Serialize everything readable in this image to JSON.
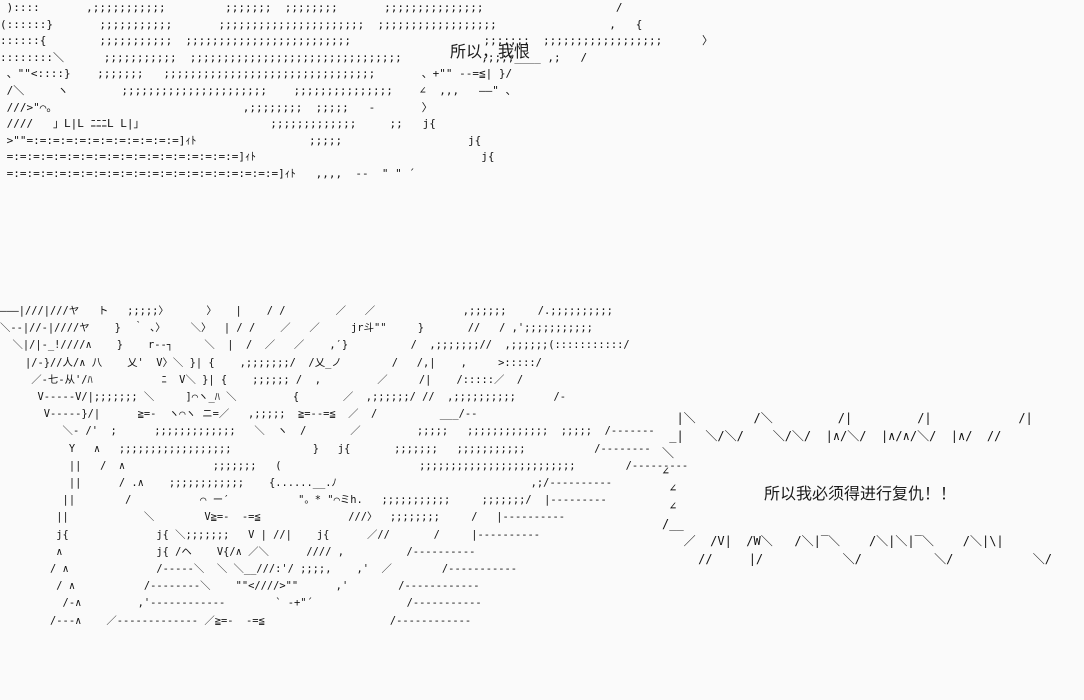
{
  "captions": {
    "top": "所以，我恨",
    "bubble": "所以我必须得进行复仇！！"
  },
  "art": {
    "top": " )::::       ,;;;;;;;;;;;         ;;;;;;;  ;;;;;;;;       ;;;;;;;;;;;;;;;                    /\n(::::::}       ;;;;;;;;;;;       ;;;;;;;;;;;;;;;;;;;;;;  ;;;;;;;;;;;;;;;;;;                 ,   {\n::::::{        ;;;;;;;;;;;  ;;;;;;;;;;;;;;;;;;;;;;;;;                    ;;;;;;;  ;;;;;;;;;;;;;;;;;;      〉\n::::::::＼      ;;;;;;;;;;;  ;;;;;;;;;;;;;;;;;;;;;;;;;;;;;;;;            ,;;;;____ ,;   /\n 、\"\"<::::}    ;;;;;;;   ;;;;;;;;;;;;;;;;;;;;;;;;;;;;;;;;       、+\"\" --=≦| }/\n /＼     ヽ        ;;;;;;;;;;;;;;;;;;;;;;    ;;;;;;;;;;;;;;;    ∠  ,,,   ――\" 、\n ///>\"⌒。                            ,;;;;;;;;  ;;;;;   ‐       〉\n ////   」L|L ﾆﾆﾆL L|」                   ;;;;;;;;;;;;;     ;;   j{\n >\"\"=:=:=:=:=:=:=:=:=:=:=:=]ｨﾄ                 ;;;;;                   j{\n =:=:=:=:=:=:=:=:=:=:=:=:=:=:=:=:=:=]ｨﾄ                                  j{\n =:=:=:=:=:=:=:=:=:=:=:=:=:=:=:=:=:=:=:=:=]ｨﾄ   ,,,,  ‐‐  \" \" ´",
    "bottom": "―――|///|///ヤ   ト   ;;;;;〉      〉   |    / /        ／   ／              ,;;;;;;     /.;;;;;;;;;;\n＼--|//-|////ヤ    }  ｀ 、〉    ＼〉  | / /    ／   ／     jr斗\"\"     }       //   / ,';;;;;;;;;;;\n  ＼|/|-_!////∧    }    r‐‐┐     ＼  |  /  ／   ／    ,′}          /  ,;;;;;;;//  ,;;;;;;(:::::::::::/\n    |/-}//人/∧ 八    乂'  V〉＼ }| {    ,;;;;;;;/  /乂_ノ        /   /,|    ,     >:::::/\n     ／-七-从'/ﾊ           ﾆ  V＼ }| {    ;;;;;; /  ,         ／     /|    /:::::／  /\n      V-----V/|;;;;;;; ＼     ]⌒ヽ_ﾊ ＼         {       ／  ,;;;;;;/ //  ,;;;;;;;;;;      /‐\n       V-----}/|      ≧=-  ヽ⌒ヽ ニ=／   ,;;;;;  ≧=--=≦  ／  /          ___/‐‐\n          ＼- /'  ;      ;;;;;;;;;;;;;   ＼  ヽ  /       ／         ;;;;;   ;;;;;;;;;;;;;  ;;;;;  /‐‐‐‐‐‐‐\n           Y   ∧   ;;;;;;;;;;;;;;;;;;             }   j{       ;;;;;;;   ;;;;;;;;;;;           /‐‐‐‐‐‐‐‐\n           ||   /  ∧              ;;;;;;;   (                      ;;;;;;;;;;;;;;;;;;;;;;;;;        /‐‐‐‐‐‐‐‐‐\n           ||      / .∧    ;;;;;;;;;;;;    {......__.ﾉ                               ,;/‐‐‐‐‐‐‐‐‐‐\n          ||        /           ⌒ ー′           \"。* \"⌒ミh.   ;;;;;;;;;;;     ;;;;;;;/  |‐‐‐‐‐‐‐‐‐\n         ||            ＼        V≧=-  -=≦              ///〉  ;;;;;;;;     /   |‐‐‐‐‐‐‐‐‐‐\n         j{              j{ ＼;;;;;;;   V | //|    j{      ／//       /     |‐‐‐‐‐‐‐‐‐‐\n         ∧               j{ /ヘ    V{/∧ ／＼      //// ,          /‐‐‐‐‐‐‐‐‐‐\n        / ∧              /‐‐‐‐‐＼  ＼ ＼__///:'/ ;;;;,    ,'  ／        /‐‐‐‐‐‐‐‐‐‐‐\n         / ∧           /‐‐‐‐‐‐‐‐＼    \"\"<////>\"\"      ,'        /‐‐‐‐‐‐‐‐‐‐‐‐\n          /-∧         ,'‐‐‐‐‐‐‐‐‐‐‐‐        ` -+\"´               /‐‐‐‐‐‐‐‐‐‐‐\n        /‐‐‐∧    ／‐‐‐‐‐‐‐‐‐‐‐‐‐ ／≧=-  -=≦                    /‐‐‐‐‐‐‐‐‐‐‐‐",
    "bubble": "  |＼        /＼         /|         /|            /|        /\n _|   ＼/＼/    ＼/＼/  |∧/＼/  |∧/∧/＼/  |∧/  //\n＼                                                          /\n∠                                                          >\n ∠                                                           >\n ∠                                                          >\n/__                                                         ＼\n   ／  /V|  /W＼   /＼|‾＼    /＼|＼|‾＼    /＼|\\|\n     //     |/           ＼/          ＼/           ＼/"
  }
}
